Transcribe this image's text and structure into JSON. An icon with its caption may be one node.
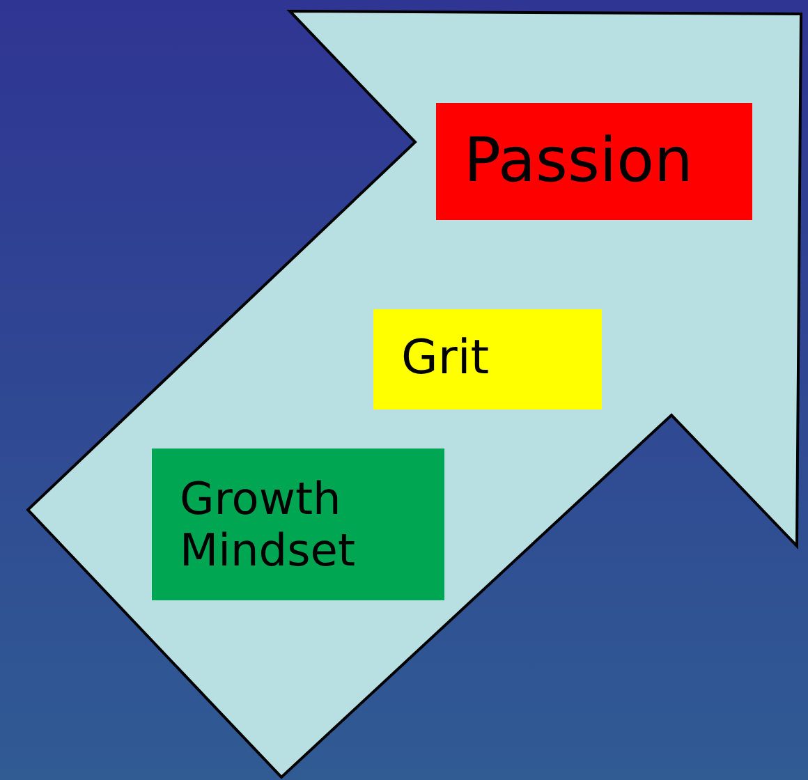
{
  "diagram": {
    "nodes": [
      {
        "text": [],
        "shape": "arrow"
      },
      {
        "text": [
          "Passion"
        ],
        "in": 0
      },
      {
        "text": [
          "Grit"
        ],
        "in": 0
      },
      {
        "text": [
          "Growth Mindset"
        ],
        "in": 0
      }
    ]
  }
}
